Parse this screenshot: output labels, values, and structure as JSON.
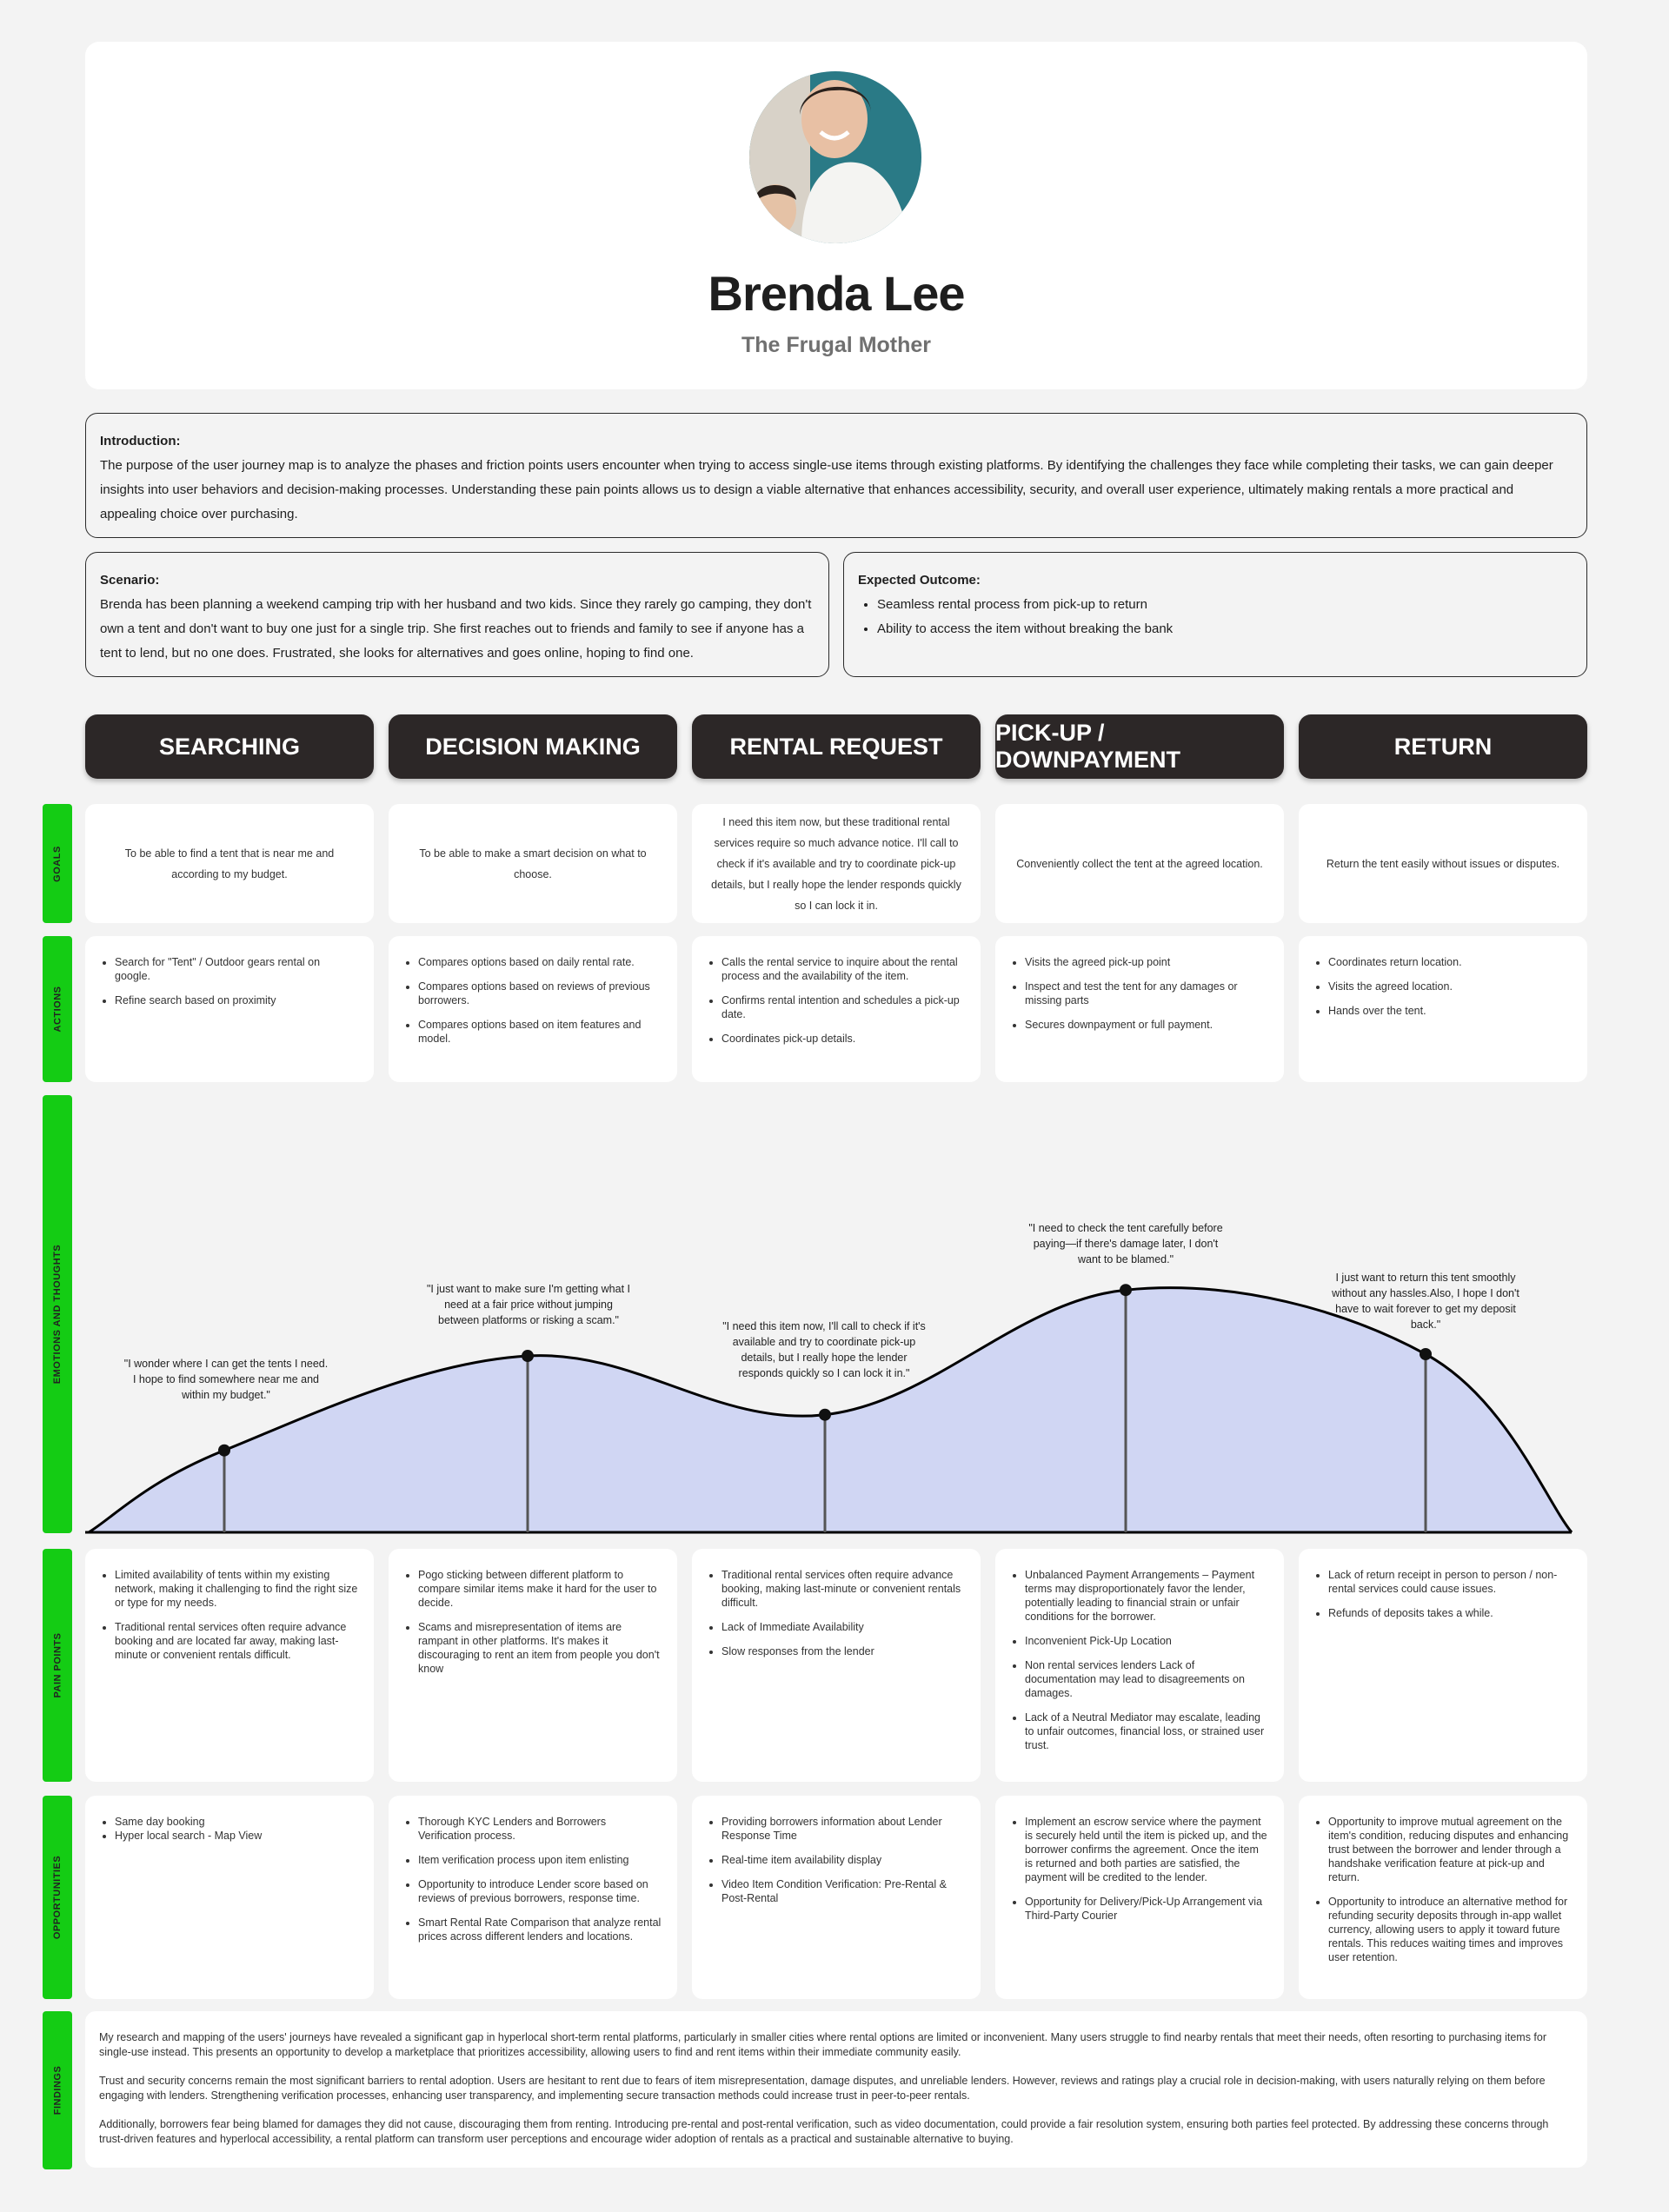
{
  "persona": {
    "name": "Brenda Lee",
    "role": "The Frugal Mother"
  },
  "introduction": {
    "title": "Introduction:",
    "text": "The purpose of the user journey map is to analyze the phases and friction points users encounter when trying to access single-use items through existing platforms. By identifying the challenges they face while completing their tasks, we can gain deeper insights into user behaviors and decision-making processes. Understanding these pain points allows us to design a viable alternative that enhances accessibility, security, and overall user experience, ultimately making rentals a more practical and appealing choice over purchasing."
  },
  "scenario": {
    "title": "Scenario:",
    "text": "Brenda has been planning a weekend camping trip with her husband and two kids. Since they rarely go camping, they don't own a tent and don't want to buy one just for a single trip. She first reaches out to friends and family to see if anyone has a tent to lend, but no one does. Frustrated, she looks for alternatives and goes online, hoping to find one."
  },
  "outcome": {
    "title": "Expected Outcome:",
    "items": [
      "Seamless rental process from pick-up to return",
      "Ability to access the item without breaking the bank"
    ]
  },
  "phases": [
    "SEARCHING",
    "DECISION MAKING",
    "RENTAL REQUEST",
    "PICK-UP / DOWNPAYMENT",
    "RETURN"
  ],
  "row_labels": {
    "goals": "GOALS",
    "actions": "ACTIONS",
    "emotions": "EMOTIONS AND THOUGHTS",
    "pain_points": "PAIN POINTS",
    "opportunities": "OPPORTUNITIES",
    "findings": "FINDINGS"
  },
  "goals": [
    "To be able to find a tent that is near me and according to my budget.",
    "To be able to make a smart decision on what to choose.",
    "I need this item now, but these traditional rental services require so much advance notice. I'll call to check if it's available and try to coordinate pick-up details, but I really hope the lender responds quickly so I can lock it in.",
    "Conveniently collect the tent at the agreed location.",
    "Return the tent easily without issues or disputes."
  ],
  "actions": [
    [
      "Search for \"Tent\" / Outdoor gears rental on google.",
      "Refine search based on proximity"
    ],
    [
      "Compares options based on daily rental rate.",
      "Compares options based on reviews of previous borrowers.",
      "Compares  options based on item features and model."
    ],
    [
      "Calls the rental service to inquire about the rental process and the availability of the item.",
      "Confirms rental intention and schedules a pick-up date.",
      "Coordinates pick-up details."
    ],
    [
      "Visits the agreed pick-up point",
      "Inspect and test the tent for any damages or missing parts",
      "Secures downpayment or full payment."
    ],
    [
      "Coordinates return location.",
      "Visits the agreed location.",
      "Hands over the tent."
    ]
  ],
  "emotions": {
    "quotes": [
      "\"I wonder where I can get the tents I need. I hope to find somewhere near me and within my budget.\"",
      "\"I just want to make sure I'm getting what I need at a fair price without jumping between platforms or risking a scam.\"",
      "\"I need this item now, I'll call to check if it's available and try to coordinate pick-up details, but I really hope the lender responds quickly so I can lock it in.\"",
      "\"I need to check the tent carefully before paying—if there's damage later, I don't want to be blamed.\"",
      "I just want to return this tent smoothly without any hassles.Also, I hope I don't have to wait forever to get my deposit back.\""
    ],
    "levels": [
      0.46,
      0.99,
      0.66,
      1.36,
      1.0
    ],
    "fill_color": "#d0d6f3",
    "line_color": "#000000"
  },
  "pain_points": [
    [
      "Limited availability of tents within my existing network, making it challenging to find the right size or type for my needs.",
      "Traditional rental services often require advance booking and are located far away, making last-minute or convenient rentals difficult."
    ],
    [
      "Pogo sticking between different platform  to compare similar items make it hard for the user to decide.",
      "Scams and misrepresentation of items are rampant in other platforms. It's makes it discouraging to rent an item from people you don't know"
    ],
    [
      "Traditional rental services often require advance booking, making last-minute or convenient rentals difficult.",
      "Lack of Immediate Availability",
      "Slow responses from the lender"
    ],
    [
      "Unbalanced Payment Arrangements – Payment terms may disproportionately favor the lender, potentially leading to financial strain or unfair conditions for the borrower.",
      "Inconvenient Pick-Up Location",
      "Non rental services lenders Lack of documentation may lead to disagreements on damages.",
      "Lack of a Neutral Mediator may escalate, leading to unfair outcomes, financial loss, or strained user trust."
    ],
    [
      "Lack of return receipt in person to person / non-rental services could cause issues.",
      "Refunds of deposits takes a while."
    ]
  ],
  "opportunities": [
    [
      "Same day booking",
      "Hyper local search - Map View"
    ],
    [
      "Thorough KYC Lenders and Borrowers Verification process.",
      "Item verification process upon item enlisting",
      "Opportunity to introduce Lender score based on reviews of previous borrowers, response time.",
      "Smart Rental Rate Comparison that analyze rental prices across different lenders and locations."
    ],
    [
      "Providing borrowers information about Lender Response Time",
      "Real-time item availability display",
      "Video Item Condition Verification: Pre-Rental & Post-Rental"
    ],
    [
      "Implement an escrow service where the payment is securely held until the item is picked up, and the borrower confirms the agreement. Once the item is returned and both parties are satisfied, the payment will be credited to the lender.",
      "Opportunity for Delivery/Pick-Up Arrangement via Third-Party Courier"
    ],
    [
      "Opportunity to improve mutual agreement on the item's condition, reducing disputes and enhancing trust between the borrower and lender through a handshake verification feature at pick-up and return.",
      "Opportunity to introduce an alternative method for refunding security deposits through in-app wallet currency, allowing users to apply it toward future rentals. This reduces waiting times and improves user retention."
    ]
  ],
  "findings": [
    "My research and mapping of the users' journeys have revealed a significant gap in hyperlocal short-term rental platforms, particularly in smaller cities where rental options are limited or inconvenient. Many users struggle to find nearby rentals that meet their needs, often resorting to purchasing items for single-use instead. This presents an opportunity to develop a marketplace that prioritizes accessibility, allowing users to find and rent items within their immediate community easily.",
    "Trust and security concerns remain the most significant barriers to rental adoption. Users are hesitant to rent due to fears of item misrepresentation, damage disputes, and unreliable lenders. However, reviews and ratings play a crucial role in decision-making, with users naturally relying on them before engaging with lenders. Strengthening verification processes, enhancing user transparency, and implementing secure transaction methods could increase trust in peer-to-peer rentals.",
    "Additionally, borrowers fear being blamed for damages they did not cause, discouraging them from renting. Introducing pre-rental and post-rental verification, such as video documentation, could provide a fair resolution system, ensuring both parties feel protected. By addressing these concerns through trust-driven features and hyperlocal accessibility, a rental platform can transform user perceptions and encourage wider adoption of rentals as a practical and sustainable alternative to buying."
  ],
  "colors": {
    "label_green": "#14cc14",
    "phase_header": "#2c2727",
    "page_bg": "#f3f3f3"
  }
}
